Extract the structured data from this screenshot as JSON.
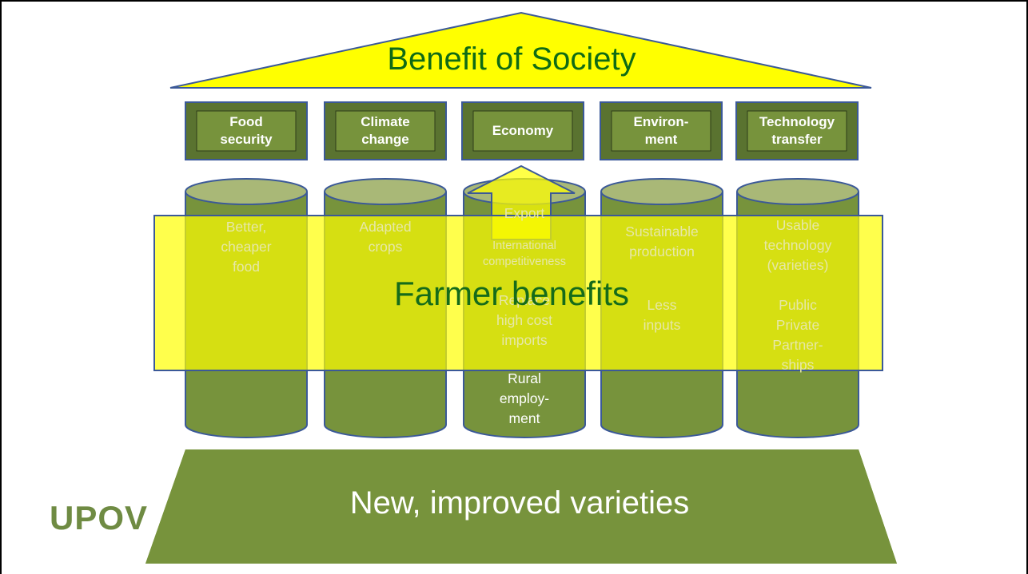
{
  "roof": {
    "title": "Benefit of Society"
  },
  "headers": [
    {
      "label": "Food\nsecurity"
    },
    {
      "label": "Climate\nchange"
    },
    {
      "label": "Economy"
    },
    {
      "label": "Environ-\nment"
    },
    {
      "label": "Technology\ntransfer"
    }
  ],
  "pillars": [
    {
      "items": [
        "Better,\ncheaper\nfood"
      ]
    },
    {
      "items": [
        "Adapted\ncrops"
      ]
    },
    {
      "items": [
        "Export",
        "International\ncompetitiveness",
        "Replace\nhigh cost\nimports",
        "Rural\nemploy-\nment"
      ]
    },
    {
      "items": [
        "Sustainable\nproduction",
        "Less\ninputs"
      ]
    },
    {
      "items": [
        "Usable\ntechnology\n(varieties)",
        "Public\nPrivate\nPartner-\nships"
      ]
    }
  ],
  "band": {
    "label": "Farmer benefits"
  },
  "base": {
    "label": "New, improved varieties"
  },
  "logo": {
    "text": "UPOV"
  },
  "colors": {
    "roof_fill": "#ffff00",
    "pillar_fill": "#77933c",
    "pillar_top": "#a9b877",
    "header_fill": "#77933c",
    "outline": "#3b5998",
    "band_fill": "#ffff00",
    "text_green": "#0f6b15"
  }
}
